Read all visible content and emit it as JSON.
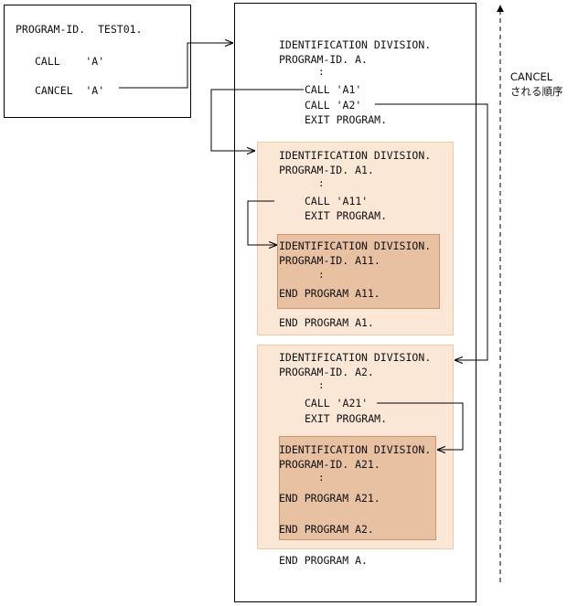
{
  "caller": {
    "program_id": "PROGRAM-ID.  TEST01.",
    "call_line": "CALL    'A'",
    "cancel_line": "CANCEL  'A'"
  },
  "program_a": {
    "identification": "IDENTIFICATION DIVISION.",
    "program_id": "PROGRAM-ID. A.",
    "ellipsis": ":",
    "call_a1": "CALL 'A1'",
    "call_a2": "CALL 'A2'",
    "exit": "EXIT PROGRAM.",
    "end": "END PROGRAM A."
  },
  "program_a1": {
    "identification": "IDENTIFICATION DIVISION.",
    "program_id": "PROGRAM-ID. A1.",
    "ellipsis": ":",
    "call_a11": "CALL 'A11'",
    "exit": "EXIT PROGRAM.",
    "end": "END PROGRAM A1."
  },
  "program_a11": {
    "identification": "IDENTIFICATION DIVISION.",
    "program_id": "PROGRAM-ID. A11.",
    "ellipsis": ":",
    "end": "END PROGRAM A11."
  },
  "program_a2": {
    "identification": "IDENTIFICATION DIVISION.",
    "program_id": "PROGRAM-ID. A2.",
    "ellipsis": ":",
    "call_a21": "CALL 'A21'",
    "exit": "EXIT PROGRAM.",
    "end": "END PROGRAM A2."
  },
  "program_a21": {
    "identification": "IDENTIFICATION DIVISION.",
    "program_id": "PROGRAM-ID. A21.",
    "ellipsis": ":",
    "end": "END PROGRAM A21."
  },
  "cancel_order": {
    "line1": "CANCEL",
    "line2": "される順序"
  }
}
